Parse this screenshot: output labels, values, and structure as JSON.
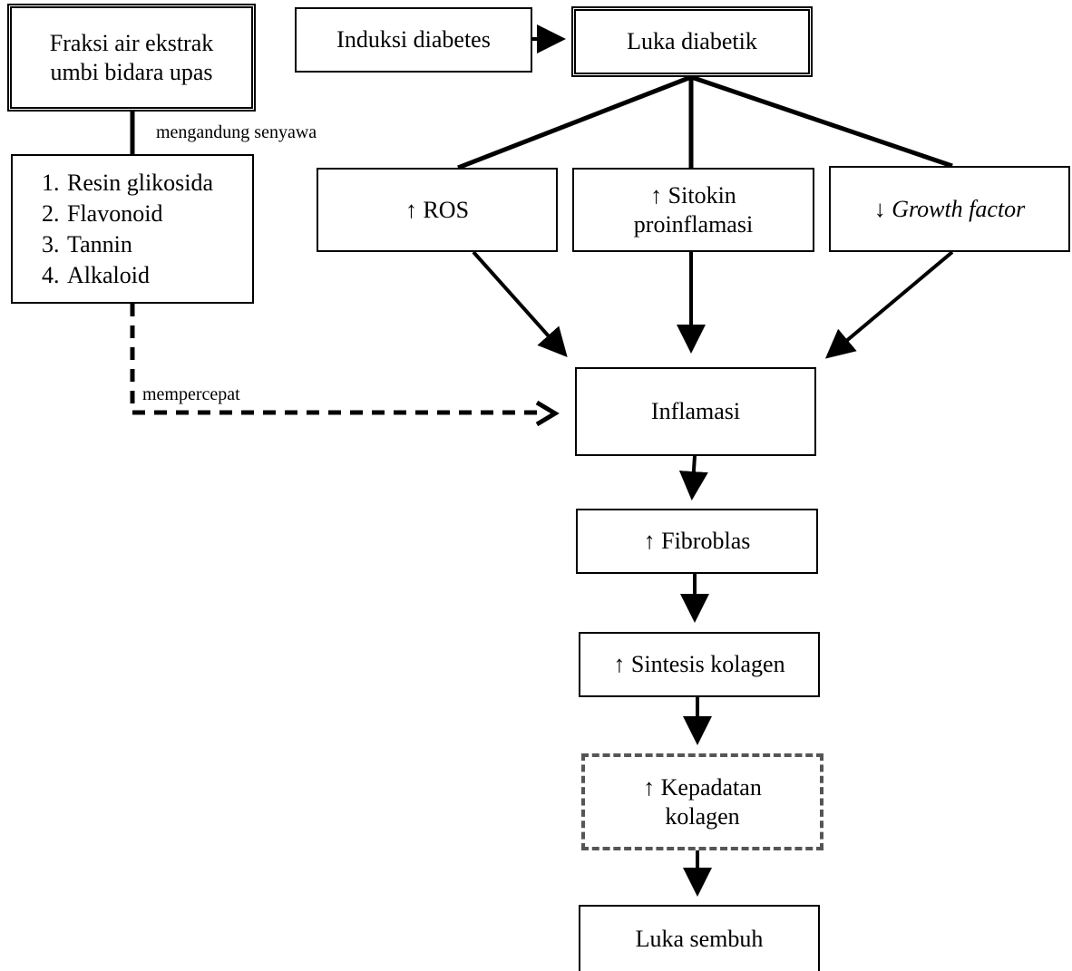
{
  "nodes": {
    "fraksi": {
      "line1": "Fraksi air ekstrak",
      "line2": "umbi bidara upas"
    },
    "compounds": [
      "Resin glikosida",
      "Flavonoid",
      "Tannin",
      "Alkaloid"
    ],
    "induksi": "Induksi diabetes",
    "luka_diabetik": "Luka diabetik",
    "ros": "↑ ROS",
    "sitokin": {
      "line1": "↑ Sitokin",
      "line2": "proinflamasi"
    },
    "growth": {
      "arrow": "↓",
      "text": "Growth factor"
    },
    "inflamasi": "Inflamasi",
    "fibroblas": "↑ Fibroblas",
    "sintesis": "↑ Sintesis kolagen",
    "kepadatan": {
      "line1": "↑ Kepadatan",
      "line2": "kolagen"
    },
    "sembuh": "Luka sembuh"
  },
  "edge_labels": {
    "contains": "mengandung senyawa",
    "accelerates": "mempercepat"
  }
}
